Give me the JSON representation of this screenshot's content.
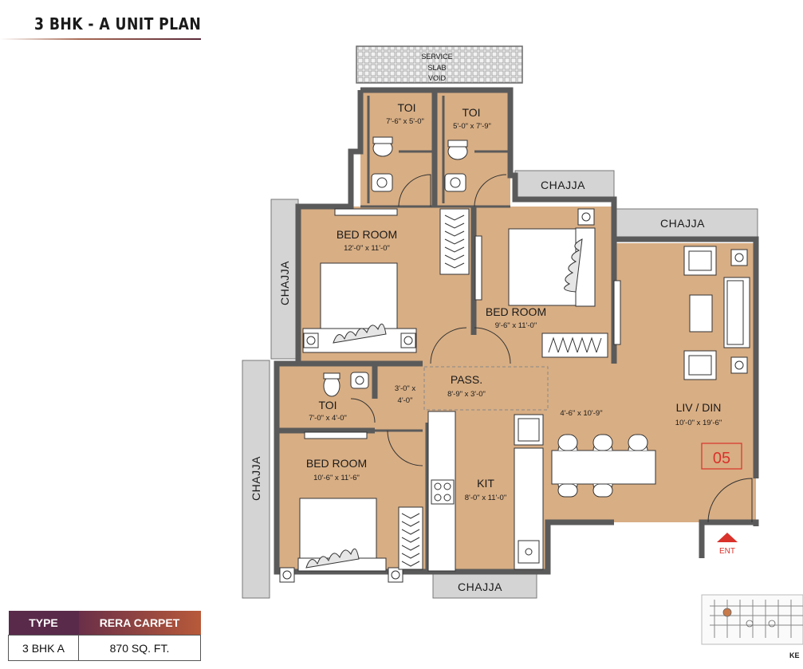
{
  "title": "3 BHK - A UNIT PLAN",
  "table": {
    "headers": [
      "TYPE",
      "RERA CARPET"
    ],
    "row": [
      "3 BHK A",
      "870 SQ. FT."
    ]
  },
  "rooms": {
    "toi1": {
      "name": "TOI",
      "dim": "7'-6\" x 5'-0\""
    },
    "toi2": {
      "name": "TOI",
      "dim": "5'-0\" x 7'-9\""
    },
    "bed1": {
      "name": "BED ROOM",
      "dim": "12'-0\" x 11'-0\""
    },
    "bed2": {
      "name": "BED ROOM",
      "dim": "9'-6\" x 11'-0\""
    },
    "pass": {
      "name": "PASS.",
      "dim": "8'-9\" x 3'-0\""
    },
    "pass_small": {
      "line1": "3'-0\" x",
      "line2": "4'-0\""
    },
    "toi3": {
      "name": "TOI",
      "dim": "7'-0\" x 4'-0\""
    },
    "bed3": {
      "name": "BED ROOM",
      "dim": "10'-6\" x 11'-6\""
    },
    "kit": {
      "name": "KIT",
      "dim": "8'-0\" x 11'-0\""
    },
    "din": {
      "dim": "4'-6\" x 10'-9\""
    },
    "liv": {
      "name": "LIV / DIN",
      "dim": "10'-0\" x 19'-6\""
    }
  },
  "labels": {
    "service": "SERVICE",
    "slab": "SLAB",
    "void": "VOID",
    "chajja": "CHAJJA",
    "unit_no": "05",
    "entry": "ENT",
    "key": "KE"
  },
  "colors": {
    "floor": "#d8ae84",
    "wall": "#5a5a5a",
    "chajja": "#d4d4d4",
    "accent": "#d9322b",
    "header_dark": "#5a2a4a"
  }
}
